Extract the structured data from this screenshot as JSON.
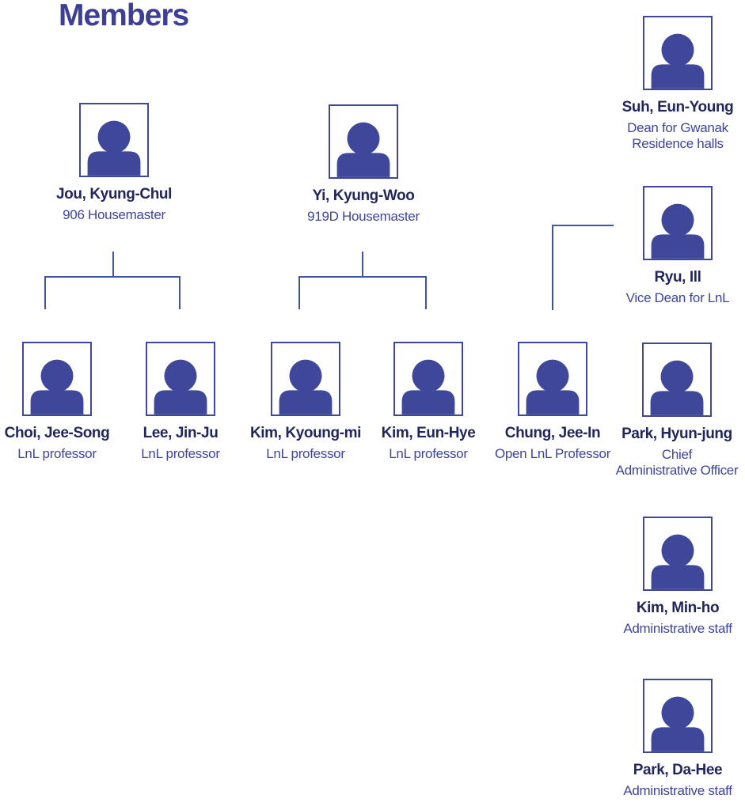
{
  "page": {
    "title": "Members"
  },
  "colors": {
    "heading": "#3d3f96",
    "name_text": "#21265c",
    "title_text": "#3f459e",
    "avatar_fill": "#3f479b",
    "line": "#4353a8"
  },
  "icons": {
    "avatar": "person-silhouette-icon"
  },
  "members": [
    {
      "name": "Suh, Eun-Young",
      "title": "Dean for Gwanak\nResidence halls"
    },
    {
      "name": "Jou, Kyung-Chul",
      "title": "906 Housemaster"
    },
    {
      "name": "Yi, Kyung-Woo",
      "title": "919D Housemaster"
    },
    {
      "name": "Ryu, Ill",
      "title": "Vice Dean for LnL"
    },
    {
      "name": "Choi, Jee-Song",
      "title": "LnL professor"
    },
    {
      "name": "Lee, Jin-Ju",
      "title": "LnL professor"
    },
    {
      "name": "Kim, Kyoung-mi",
      "title": "LnL professor"
    },
    {
      "name": "Kim, Eun-Hye",
      "title": "LnL professor"
    },
    {
      "name": "Chung, Jee-In",
      "title": "Open LnL Professor"
    },
    {
      "name": "Park, Hyun-jung",
      "title": "Chief\nAdministrative Officer"
    },
    {
      "name": "Kim, Min-ho",
      "title": "Administrative staff"
    },
    {
      "name": "Park, Da-Hee",
      "title": "Administrative staff"
    }
  ],
  "relationships": [
    {
      "parent": "Jou, Kyung-Chul",
      "children": [
        "Choi, Jee-Song",
        "Lee, Jin-Ju"
      ]
    },
    {
      "parent": "Yi, Kyung-Woo",
      "children": [
        "Kim, Kyoung-mi",
        "Kim, Eun-Hye"
      ]
    },
    {
      "parent": "Ryu, Ill",
      "children": [
        "Chung, Jee-In"
      ]
    }
  ]
}
